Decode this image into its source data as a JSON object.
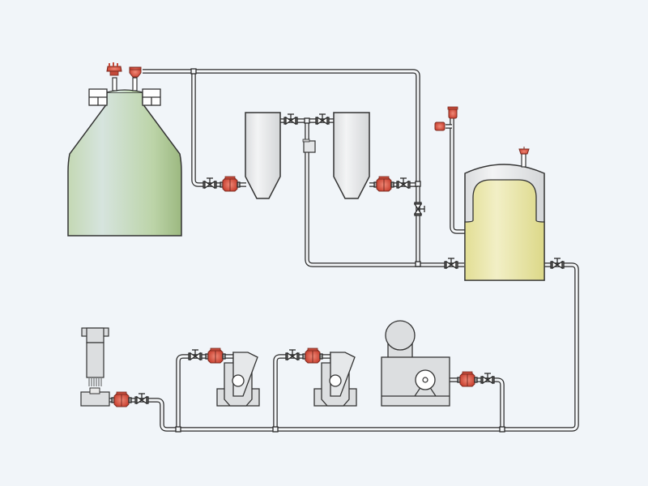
{
  "diagram": {
    "type": "process-flow-diagram",
    "background_color": "#f1f5f9",
    "colors": {
      "pipe_stroke": "#2a2a2a",
      "pipe_fill": "#f4f6f8",
      "equipment_gray": "#dcdee0",
      "storage_tank": "#c8dcba",
      "reactor_liquid": "#ece8a8",
      "check_valve_red": "#d9503f"
    },
    "components": [
      {
        "id": "storage-tank",
        "kind": "dome tank (green)"
      },
      {
        "id": "hopper-1",
        "kind": "hopper / silo"
      },
      {
        "id": "hopper-2",
        "kind": "hopper / silo"
      },
      {
        "id": "reactor-vessel",
        "kind": "jacketed vessel (yellow)"
      },
      {
        "id": "dosing-unit",
        "kind": "pump / dosing unit"
      },
      {
        "id": "crusher-1",
        "kind": "crusher"
      },
      {
        "id": "crusher-2",
        "kind": "crusher"
      },
      {
        "id": "motor-pump",
        "kind": "motor-driven pump"
      }
    ],
    "valves": {
      "gate_valves": 11,
      "check_valves": 7,
      "instruments": 4
    }
  }
}
